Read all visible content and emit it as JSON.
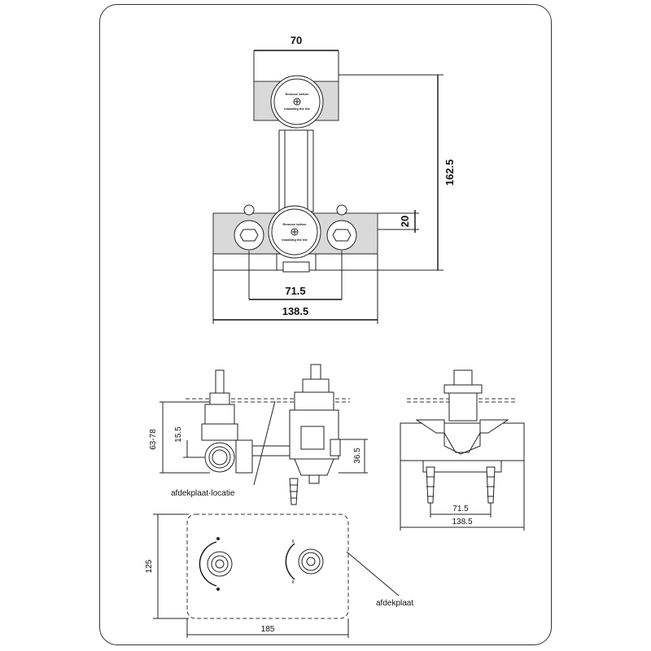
{
  "top_view": {
    "dim_width_top": "70",
    "dim_height_total": "162.5",
    "dim_offset": "20",
    "dim_center_spacing": "71.5",
    "dim_width_total": "138.5",
    "cap_text_line1": "Remove before",
    "cap_text_line2": "installing the tile"
  },
  "side_view": {
    "dim_depth_range": "63-78",
    "dim_inner": "15.5",
    "dim_height": "36.5",
    "label_cover_location": "afdekplaat-locatie"
  },
  "front_view": {
    "dim_center_spacing": "71.5",
    "dim_width_total": "138.5"
  },
  "cover_plate": {
    "dim_height": "125",
    "dim_width": "185",
    "label_cover_plate": "afdekplaat"
  }
}
